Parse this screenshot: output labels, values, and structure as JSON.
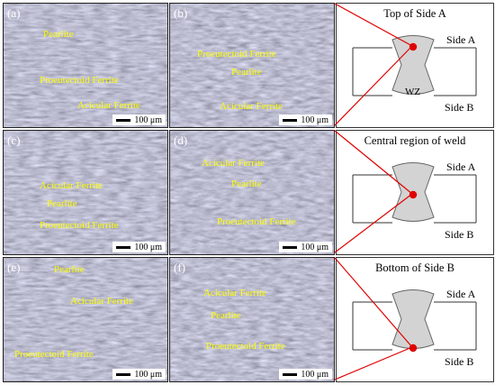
{
  "colors": {
    "annotation": "#ffff00",
    "pointer": "#e00000",
    "weld_fill": "#d3d3d3"
  },
  "scale_text": "100 μm",
  "panels": [
    {
      "label": "(a)",
      "annotations": [
        "Pearlite",
        "Proeutectoid Ferrite",
        "Acicular Ferrite"
      ]
    },
    {
      "label": "(b)",
      "annotations": [
        "Proeutectoid Ferrite",
        "Pearlite",
        "Acicular Ferrite"
      ]
    },
    {
      "label": "(c)",
      "annotations": [
        "Acicular Ferrite",
        "Pearlite",
        "Proeutectoid Ferrite"
      ]
    },
    {
      "label": "(d)",
      "annotations": [
        "Acicular Ferrite",
        "Pearlite",
        "Proeutectoid Ferrite"
      ]
    },
    {
      "label": "(e)",
      "annotations": [
        "Pearlite",
        "Acicular Ferrite",
        "Proeutectoid Ferrite"
      ]
    },
    {
      "label": "(f)",
      "annotations": [
        "Acicular Ferrite",
        "Pearlite",
        "Proeutectoid Ferrite"
      ]
    }
  ],
  "schematics": [
    {
      "title": "Top of Side A",
      "side_a": "Side A",
      "side_b": "Side B",
      "wz": "WZ"
    },
    {
      "title": "Central region of weld",
      "side_a": "Side A",
      "side_b": "Side B"
    },
    {
      "title": "Bottom of Side B",
      "side_a": "Side A",
      "side_b": "Side B"
    }
  ]
}
